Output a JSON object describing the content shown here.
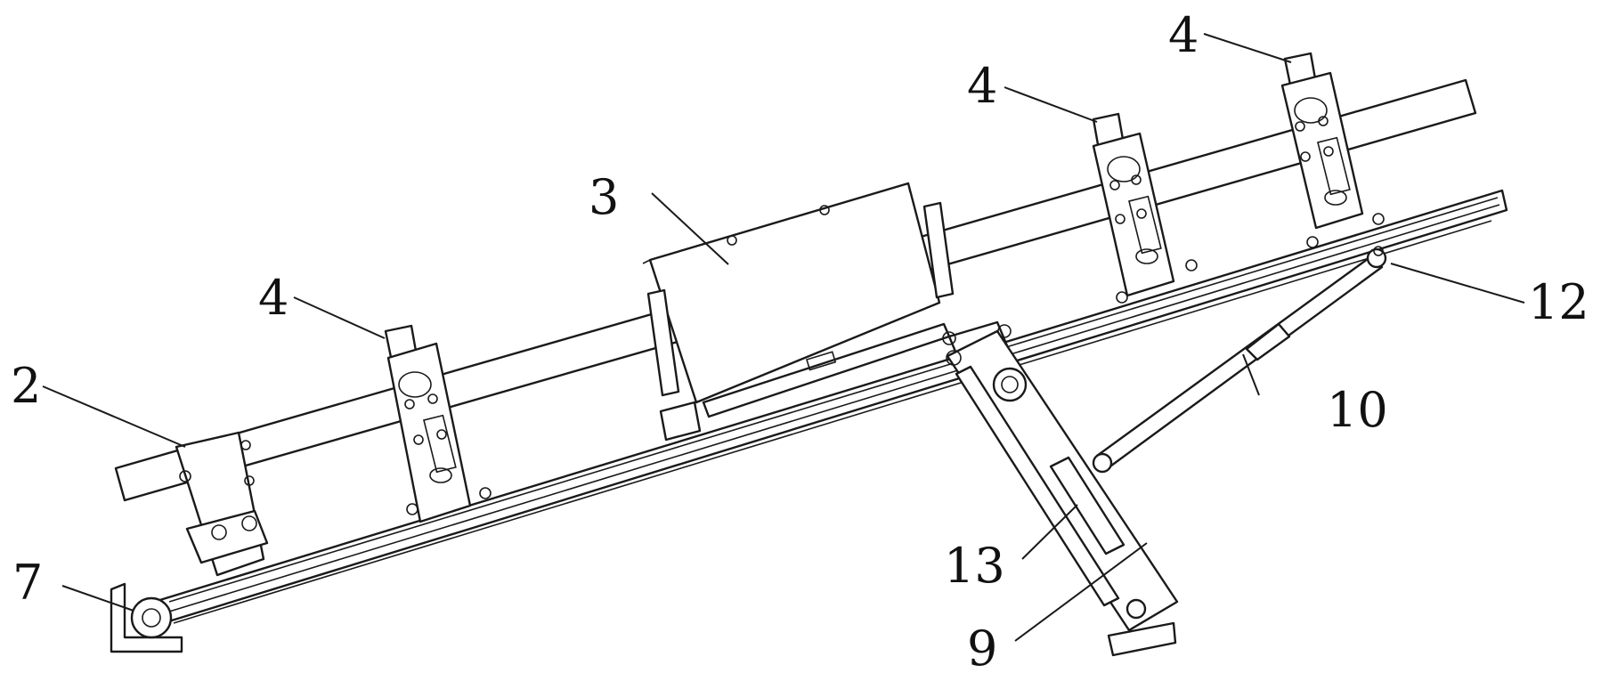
{
  "labels": {
    "frame": "2",
    "housing": "3",
    "bracket_1": "4",
    "bracket_2": "4",
    "bracket_3": "4",
    "base_hinge": "7",
    "support_leg": "9",
    "strut": "10",
    "rail": "12",
    "cylinder": "13"
  },
  "colors": {
    "line": "#1a1a1a",
    "background": "#ffffff"
  }
}
